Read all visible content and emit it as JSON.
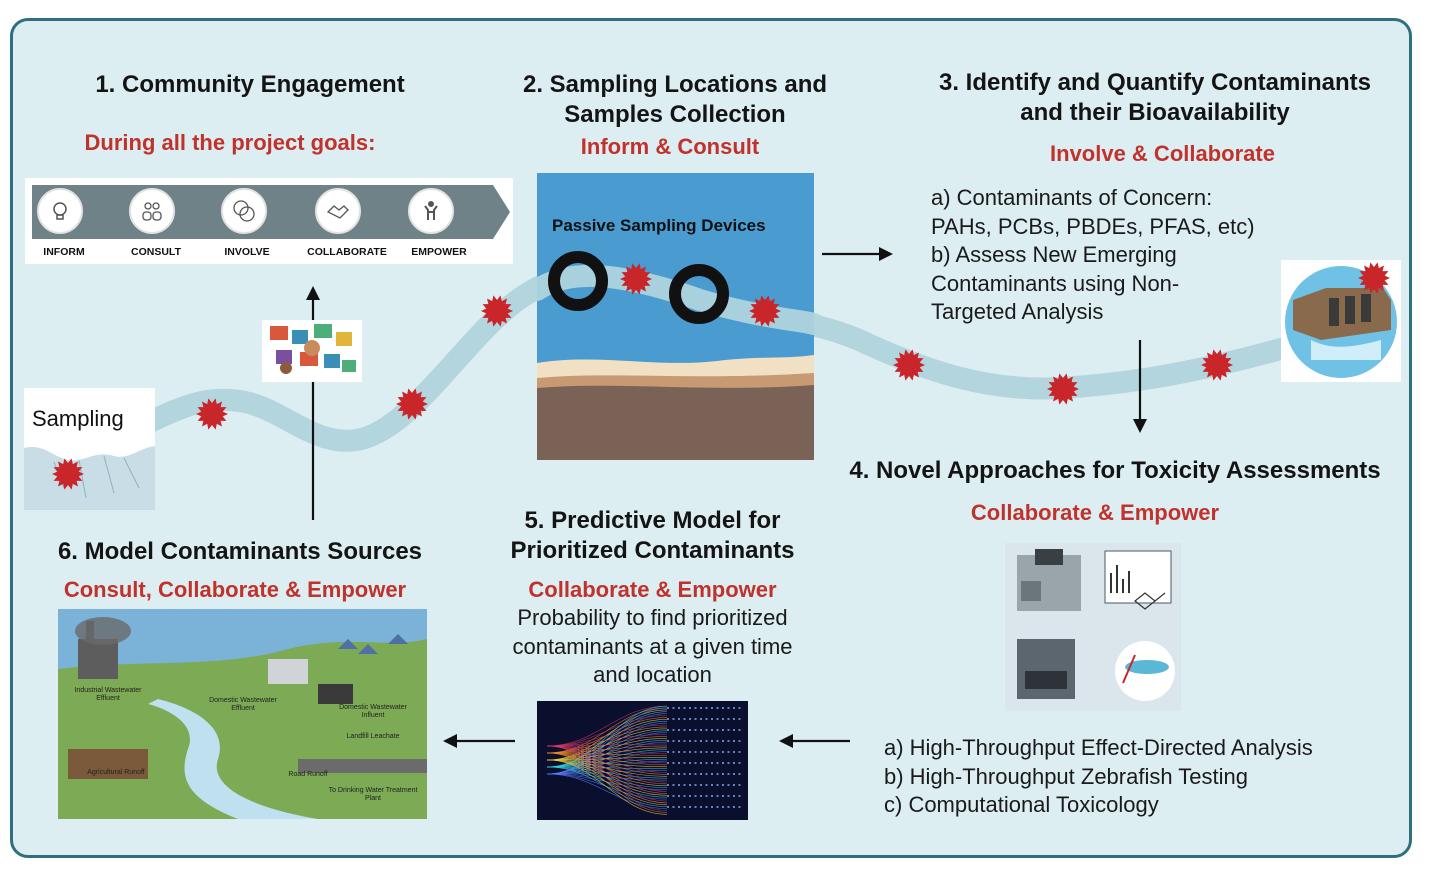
{
  "steps": {
    "s1": {
      "title": "1.  Community Engagement",
      "subtitle": "During all the project goals:"
    },
    "s2": {
      "title_line1": "2. Sampling Locations and",
      "title_line2": "Samples Collection",
      "subtitle": "Inform & Consult",
      "device_label": "Passive Sampling Devices"
    },
    "s3": {
      "title_line1": "3. Identify and Quantify Contaminants",
      "title_line2": "and their Bioavailability",
      "subtitle": "Involve & Collaborate",
      "lines": [
        "a) Contaminants of Concern:",
        "PAHs, PCBs, PBDEs, PFAS, etc)",
        "b) Assess New Emerging",
        "Contaminants using Non-",
        "Targeted Analysis"
      ]
    },
    "s4": {
      "title": "4. Novel Approaches for Toxicity Assessments",
      "subtitle": "Collaborate & Empower",
      "lines": [
        "a) High-Throughput Effect-Directed Analysis",
        "b) High-Throughput Zebrafish Testing",
        "c) Computational Toxicology"
      ]
    },
    "s5": {
      "title_line1": "5. Predictive Model for",
      "title_line2": "Prioritized Contaminants",
      "subtitle": "Collaborate & Empower",
      "lines": [
        "Probability to find prioritized",
        "contaminants at a given time",
        "and location"
      ]
    },
    "s6": {
      "title": "6. Model Contaminants Sources",
      "subtitle": "Consult, Collaborate & Empower"
    }
  },
  "engagement_spectrum": [
    "INFORM",
    "CONSULT",
    "INVOLVE",
    "COLLABORATE",
    "EMPOWER"
  ],
  "map_label": "Sampling",
  "watershed_labels": {
    "industrial": "Industrial Wastewater Effluent",
    "domestic_eff": "Domestic Wastewater Effluent",
    "domestic_inf": "Domestic Wastewater Influent",
    "landfill": "Landfill Leachate",
    "agri": "Agricultural Runoff",
    "road": "Road Runoff",
    "drinking": "To Drinking Water Treatment Plant"
  },
  "colors": {
    "accent_red": "#c0322b",
    "frame": "#2f6f7f",
    "background": "#ddeef3",
    "river": "#b3d6de",
    "marker": "#c8262a"
  }
}
